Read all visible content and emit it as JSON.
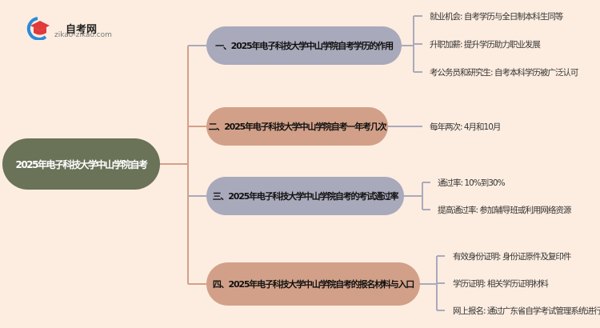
{
  "logo": {
    "name": "自考网",
    "url": "zikao-zikao.com"
  },
  "root": "2025年电子科技大学中山学院自考",
  "branches": [
    {
      "label": "一、2025年电子科技大学中山学院自考学历的作用",
      "leaves": [
        "就业机会: 自考学历与全日制本科生同等",
        "升职加薪: 提升学历助力职业发展",
        "考公务员和研究生: 自考本科学历被广泛认可"
      ]
    },
    {
      "label": "二、2025年电子科技大学中山学院自考一年考几次",
      "leaves": [
        "每年两次: 4月和10月"
      ]
    },
    {
      "label": "三、2025年电子科技大学中山学院自考的考试通过率",
      "leaves": [
        "通过率: 10%到30%",
        "提高通过率: 参加辅导班或利用网络资源"
      ]
    },
    {
      "label": "四、2025年电子科技大学中山学院自考的报名材料与入口",
      "leaves": [
        "有效身份证明: 身份证原件及复印件",
        "学历证明: 相关学历证明材料",
        "网上报名: 通过广东省自学考试管理系统进行"
      ]
    }
  ],
  "colors": {
    "root": "#6a7258",
    "purple": "#a9a9bc",
    "brown": "#d2a088",
    "background": "#fdede0"
  }
}
